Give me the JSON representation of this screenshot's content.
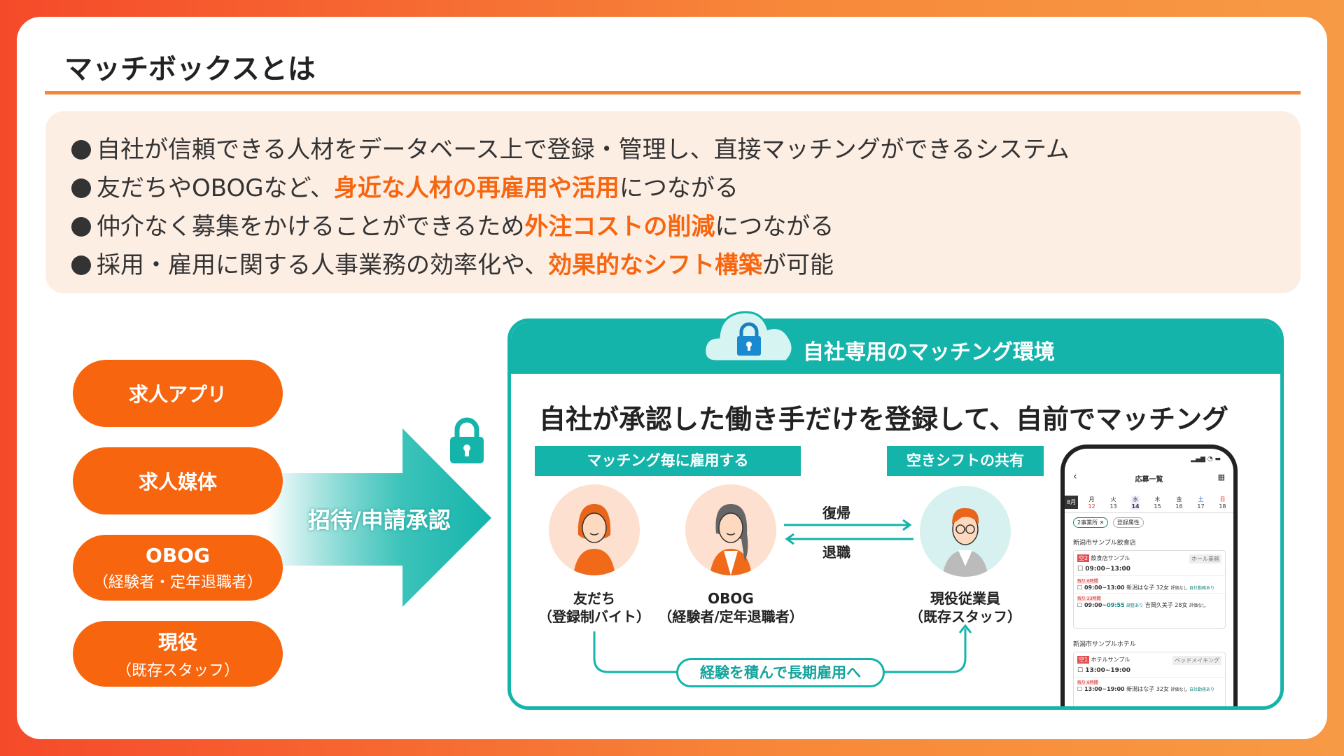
{
  "title": "マッチボックスとは",
  "bullets": [
    {
      "pre": "自社が信頼できる人材をデータベース上で登録・管理し、直接マッチングができるシステム",
      "hl": "",
      "post": ""
    },
    {
      "pre": "友だちやOBOGなど、",
      "hl": "身近な人材の再雇用や活用",
      "post": "につながる"
    },
    {
      "pre": "仲介なく募集をかけることができるため",
      "hl": "外注コストの削減",
      "post": "につながる"
    },
    {
      "pre": "採用・雇用に関する人事業務の効率化や、",
      "hl": "効果的なシフト構築",
      "post": "が可能"
    }
  ],
  "sources": [
    {
      "label": "求人アプリ",
      "sub": ""
    },
    {
      "label": "求人媒体",
      "sub": ""
    },
    {
      "label": "OBOG",
      "sub": "（経験者・定年退職者）"
    },
    {
      "label": "現役",
      "sub": "（既存スタッフ）"
    }
  ],
  "arrow_label": "招待/申請承認",
  "env": {
    "title": "自社専用のマッチング環境",
    "heading": "自社が承認した働き手だけを登録して、自前でマッチング",
    "label_left": "マッチング毎に雇用する",
    "label_right": "空きシフトの共有",
    "people": [
      {
        "name": "友だち",
        "sub": "（登録制バイト）"
      },
      {
        "name": "OBOG",
        "sub": "（経験者/定年退職者）"
      },
      {
        "name": "現役従業員",
        "sub": "（既存スタッフ）"
      }
    ],
    "return_label": "復帰",
    "retire_label": "退職",
    "bottom_label": "経験を積んで長期雇用へ"
  },
  "phone": {
    "title": "応募一覧",
    "month": "8月",
    "days": [
      {
        "w": "月",
        "d": "12"
      },
      {
        "w": "火",
        "d": "13"
      },
      {
        "w": "水",
        "d": "14"
      },
      {
        "w": "木",
        "d": "15"
      },
      {
        "w": "金",
        "d": "16"
      },
      {
        "w": "土",
        "d": "17"
      },
      {
        "w": "日",
        "d": "18"
      }
    ],
    "filter1": "2事業所 ✕",
    "filter2": "登録属性",
    "shop1": "新潟市サンプル飲食店",
    "job1": {
      "badge": "空2",
      "name": "飲食店サンプル",
      "tag": "ホール業務",
      "time": "09:00~13:00"
    },
    "app1": {
      "remain": "残り 6時間",
      "time": "09:00~13:00",
      "person": "新潟はな子 32女",
      "note": "評価なし",
      "badge": "自社勤務あり"
    },
    "app2": {
      "remain": "残り 23時間",
      "time": "09:00~",
      "time2": "09:55",
      "adj": "調整あり",
      "person": "吉岡久美子 28女",
      "note": "評価なし"
    },
    "shop2": "新潟市サンプルホテル",
    "job2": {
      "badge": "空1",
      "name": "ホテルサンプル",
      "tag": "ベッドメイキング",
      "time": "13:00~19:00"
    },
    "app3": {
      "remain": "残り 6時間",
      "time": "13:00~19:00",
      "person": "新潟はな子 32女",
      "note": "評価なし",
      "badge": "自社勤務あり"
    }
  },
  "colors": {
    "orange": "#f7660f",
    "teal": "#14b4ab",
    "peach": "#fdeee4"
  }
}
